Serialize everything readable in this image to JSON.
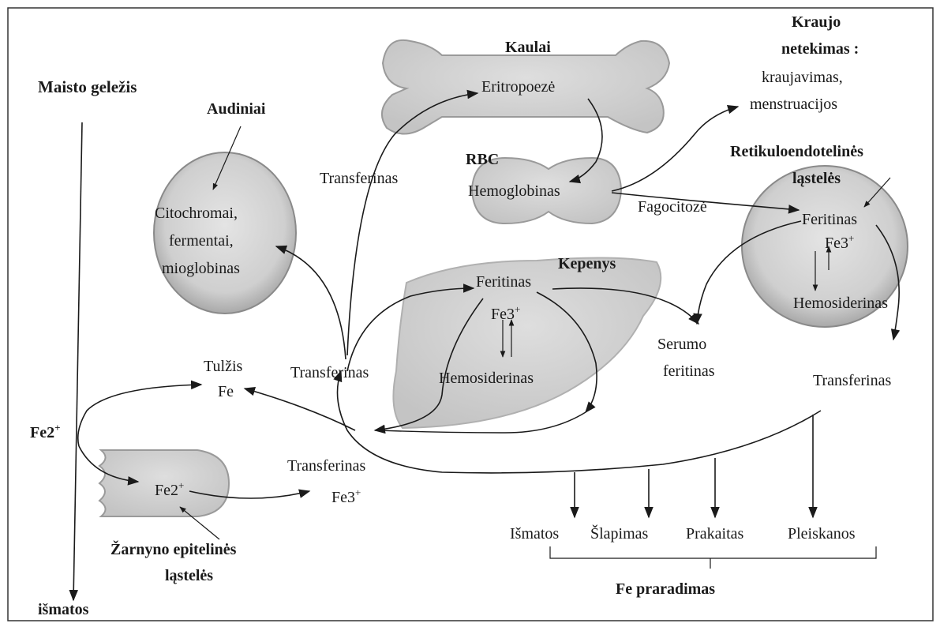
{
  "title": "Maisto geležis",
  "organs": {
    "kaulai": "Kaulai",
    "eritropoeze": "Eritropoezė",
    "audiniai": "Audiniai",
    "audiniai_content": [
      "Citochromai,",
      "fermentai,",
      "mioglobinas"
    ],
    "rbc": "RBC",
    "hemoglobinas": "Hemoglobinas",
    "kepenys": "Kepenys",
    "kepenys_feritinas": "Feritinas",
    "kepenys_fe3": "Fe3",
    "kepenys_hemosiderinas": "Hemosiderinas",
    "retikulo_title": [
      "Retikuloendotelinės",
      "ląstelės"
    ],
    "retikulo_feritinas": "Feritinas",
    "retikulo_fe3": "Fe3",
    "retikulo_hemosiderinas": "Hemosiderinas",
    "zarnyno_title": [
      "Žarnyno epitelinės",
      "ląstelės"
    ],
    "zarnyno_fe2": "Fe2"
  },
  "blood_loss": {
    "title": [
      "Kraujo",
      "netekimas :"
    ],
    "items": [
      "kraujavimas,",
      "menstruacijos"
    ]
  },
  "processes": {
    "fagocitoze": "Fagocitozė",
    "transferinas_upper": "Transferinas",
    "transferinas_center": "Transferinas",
    "transferinas_right": "Transferinas",
    "transferinas_lower": "Transferinas",
    "transferinas_lower_fe": "Fe3",
    "serumo_feritinas": [
      "Serumo",
      "feritinas"
    ],
    "tulzis": [
      "Tulžis",
      "Fe"
    ],
    "fe2_left": "Fe2",
    "ismatos_bottom": "išmatos",
    "plus": "+"
  },
  "losses": {
    "items": [
      "Išmatos",
      "Šlapimas",
      "Prakaitas",
      "Pleiskanos"
    ],
    "title": "Fe praradimas"
  },
  "colors": {
    "organ_fill": "#d0d0d0",
    "organ_edge": "#8a8a8a",
    "line": "#1a1a1a"
  }
}
